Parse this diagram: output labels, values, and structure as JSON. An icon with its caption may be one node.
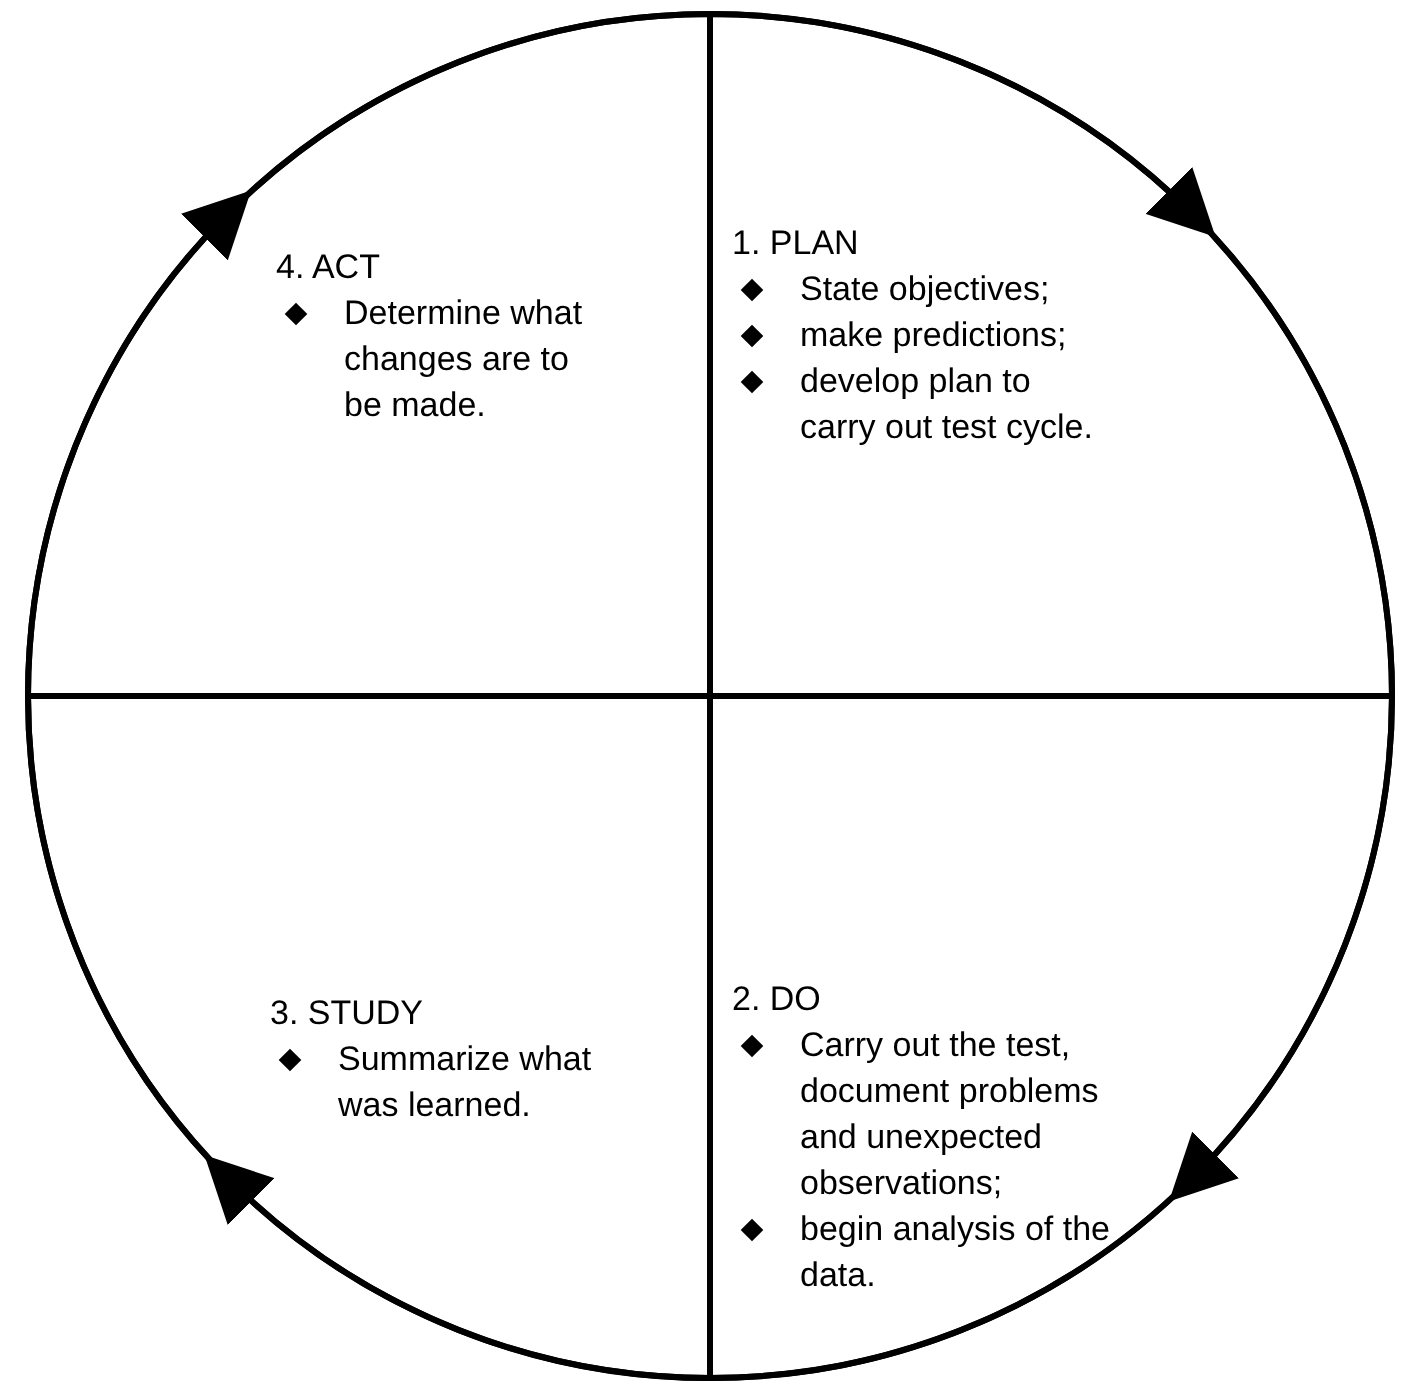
{
  "diagram": {
    "nodes": [
      {
        "text": [
          "1. PLAN",
          "State objectives;",
          "make predictions;",
          "develop plan to carry out test cycle."
        ]
      },
      {
        "text": [
          "2. DO",
          "Carry out the test, document problems and unexpected observations;",
          "begin analysis of the data."
        ]
      },
      {
        "text": [
          "3. STUDY",
          "Summarize what was learned."
        ]
      },
      {
        "text": [
          "4. ACT",
          "Determine what changes are to be made."
        ]
      }
    ],
    "edges": [
      {
        "from": 3,
        "to": 0,
        "arrow": "to"
      },
      {
        "from": 0,
        "to": 1,
        "arrow": "to"
      },
      {
        "from": 1,
        "to": 2,
        "arrow": "to"
      },
      {
        "from": 2,
        "to": 3,
        "arrow": "to"
      }
    ]
  }
}
